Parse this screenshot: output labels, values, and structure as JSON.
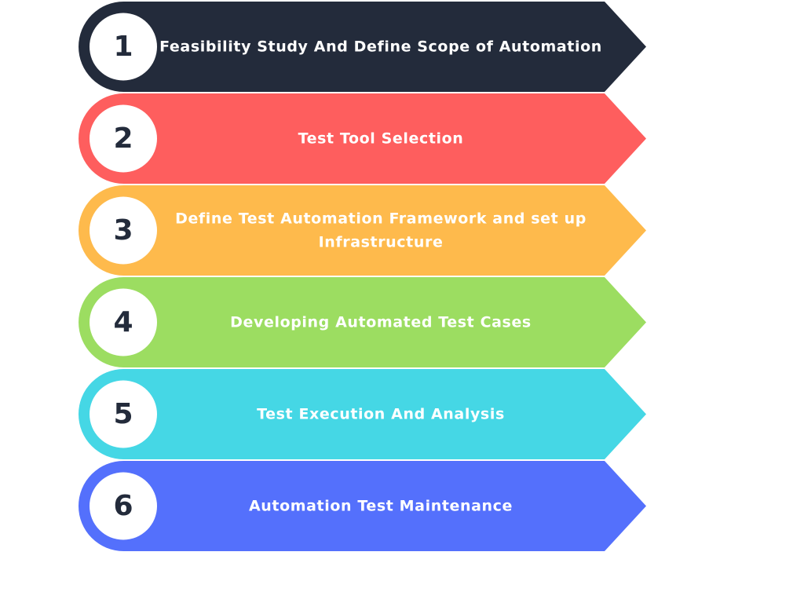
{
  "steps": [
    {
      "number": "1",
      "lines": [
        "Feasibility Study And Define Scope of Automation"
      ],
      "color": "#232b3b"
    },
    {
      "number": "2",
      "lines": [
        "Test Tool Selection"
      ],
      "color": "#fe5e5e"
    },
    {
      "number": "3",
      "lines": [
        "Define Test Automation Framework and set up",
        "Infrastructure"
      ],
      "color": "#feba4c"
    },
    {
      "number": "4",
      "lines": [
        "Developing Automated Test Cases"
      ],
      "color": "#9cdd61"
    },
    {
      "number": "5",
      "lines": [
        "Test Execution And Analysis"
      ],
      "color": "#45d7e5"
    },
    {
      "number": "6",
      "lines": [
        "Automation Test Maintenance"
      ],
      "color": "#5470fc"
    }
  ],
  "circle_fill": "#ffffff",
  "number_color": "#232b3b",
  "label_color": "#ffffff"
}
